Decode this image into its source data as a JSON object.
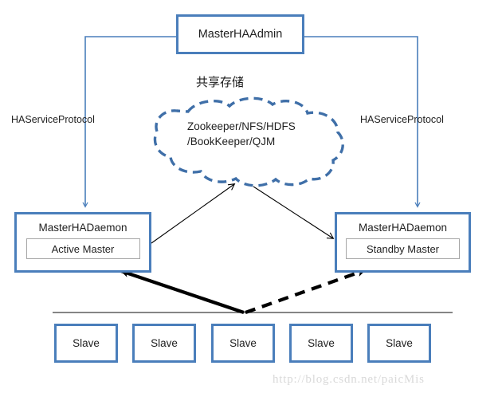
{
  "diagram": {
    "title_box": {
      "label": "MasterHAAdmin"
    },
    "cloud": {
      "title": "共享存储",
      "line1": "Zookeeper/NFS/HDFS",
      "line2": "/BookKeeper/QJM"
    },
    "protocol_labels": {
      "left": "HAServiceProtocol",
      "right": "HAServiceProtocol"
    },
    "daemons": [
      {
        "title": "MasterHADaemon",
        "state": "Active Master"
      },
      {
        "title": "MasterHADaemon",
        "state": "Standby Master"
      }
    ],
    "slaves": [
      {
        "label": "Slave"
      },
      {
        "label": "Slave"
      },
      {
        "label": "Slave"
      },
      {
        "label": "Slave"
      },
      {
        "label": "Slave"
      }
    ],
    "watermark": "http://blog.csdn.net/paicMis",
    "colors": {
      "box_border": "#4a7ebb",
      "cloud_stroke": "#3f6fa8",
      "arrow_thin": "#000000",
      "inner_border": "#a6a6a6",
      "watermark": "#d9d9d9"
    }
  }
}
